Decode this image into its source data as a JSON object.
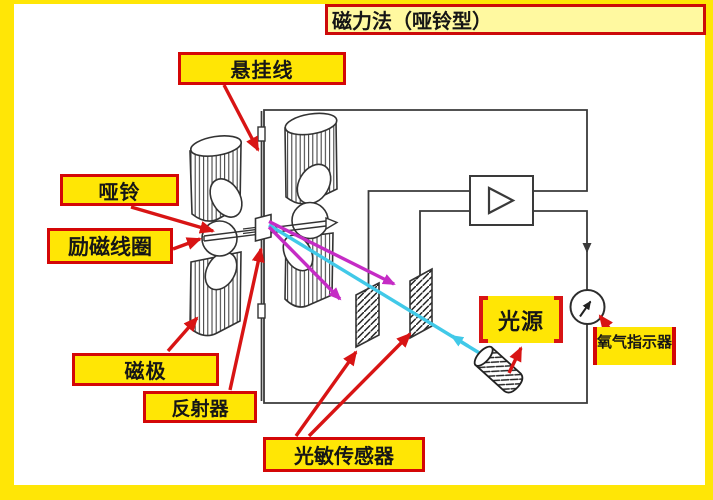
{
  "title": {
    "text": "磁力法（哑铃型）"
  },
  "callouts": {
    "suspension_wire": {
      "label": "悬挂线"
    },
    "dumbbell": {
      "label": "哑铃"
    },
    "excitation_coil": {
      "label": "励磁线圈"
    },
    "magnetic_pole": {
      "label": "磁极"
    },
    "reflector": {
      "label": "反射器"
    },
    "photo_sensor": {
      "label": "光敏传感器"
    },
    "light_source": {
      "label": "光源"
    },
    "oxygen_indicator": {
      "label": "氧气指示器"
    }
  },
  "colors": {
    "frame_border": "#FFE606",
    "label_fill": "#FFE605",
    "label_border": "#D40707",
    "title_fill": "#FFF9A0",
    "callout_arrow": "#D81414",
    "incident_beam": "#41C9E8",
    "reflected_beam": "#C52CC5",
    "diagram_line": "#3A3A3A"
  }
}
